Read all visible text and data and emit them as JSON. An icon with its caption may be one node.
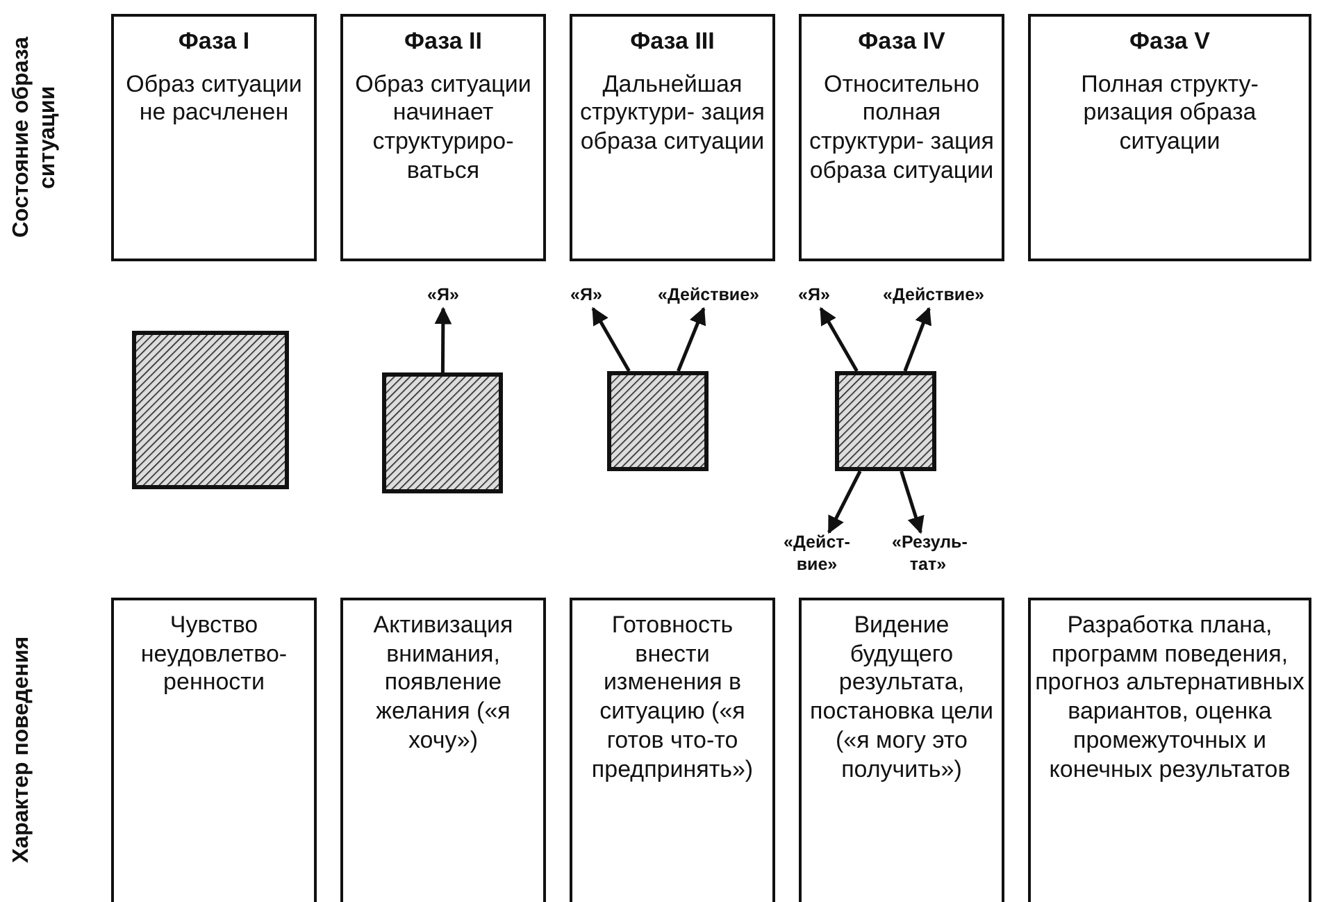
{
  "diagram": {
    "nodes": [
      {
        "text": [
          "Фаза I",
          "Образ ситуации не расчленен"
        ]
      },
      {
        "text": [
          "Фаза II",
          "Образ ситуации начинает структуриро- ваться"
        ]
      },
      {
        "text": [
          "Фаза III",
          "Дальнейшая структури- зация образа ситуации"
        ]
      },
      {
        "text": [
          "Фаза IV",
          "Относительно полная структури- зация образа ситуации"
        ]
      },
      {
        "text": [
          "Фаза V",
          "Полная структу- ризация образа ситуации"
        ]
      },
      {
        "text": [
          "«Я»"
        ]
      },
      {
        "text": [
          "«Я»"
        ]
      },
      {
        "text": [
          "«Действие»"
        ]
      },
      {
        "text": [
          "«Я»"
        ]
      },
      {
        "text": [
          "«Действие»"
        ]
      },
      {
        "text": [],
        "shape": "box"
      },
      {
        "text": [],
        "shape": "box"
      },
      {
        "text": [],
        "shape": "box"
      },
      {
        "text": [],
        "shape": "box"
      },
      {
        "text": [
          "«Дейст- вие»"
        ]
      },
      {
        "text": [
          "«Резуль- тат»"
        ]
      },
      {
        "text": [
          "Чувство неудовлетво- ренности"
        ]
      },
      {
        "text": [
          "Активизация внимания, появление желания («я хочу»)"
        ]
      },
      {
        "text": [
          "Готовность внести изменения в ситуацию («я готов что-то предпринять»)"
        ]
      },
      {
        "text": [
          "Видение будущего результата, постановка цели («я могу это получить»)"
        ]
      },
      {
        "text": [
          "Разработка плана, программ поведения, прогноз альтернативных вариантов, оценка промежуточных и конечных результатов"
        ]
      }
    ],
    "edges": [
      {
        "from": 11,
        "to": 5,
        "arrow": "to"
      },
      {
        "from": 12,
        "to": 6,
        "arrow": "to"
      },
      {
        "from": 12,
        "to": 7,
        "arrow": "to"
      },
      {
        "from": 13,
        "to": 8,
        "arrow": "to"
      },
      {
        "from": 13,
        "to": 9,
        "arrow": "to"
      },
      {
        "from": 13,
        "to": 14,
        "arrow": "to"
      },
      {
        "from": 13,
        "to": 15,
        "arrow": "to"
      }
    ],
    "labels": [
      "Состояние образа ситуации",
      "Характер поведения"
    ]
  }
}
